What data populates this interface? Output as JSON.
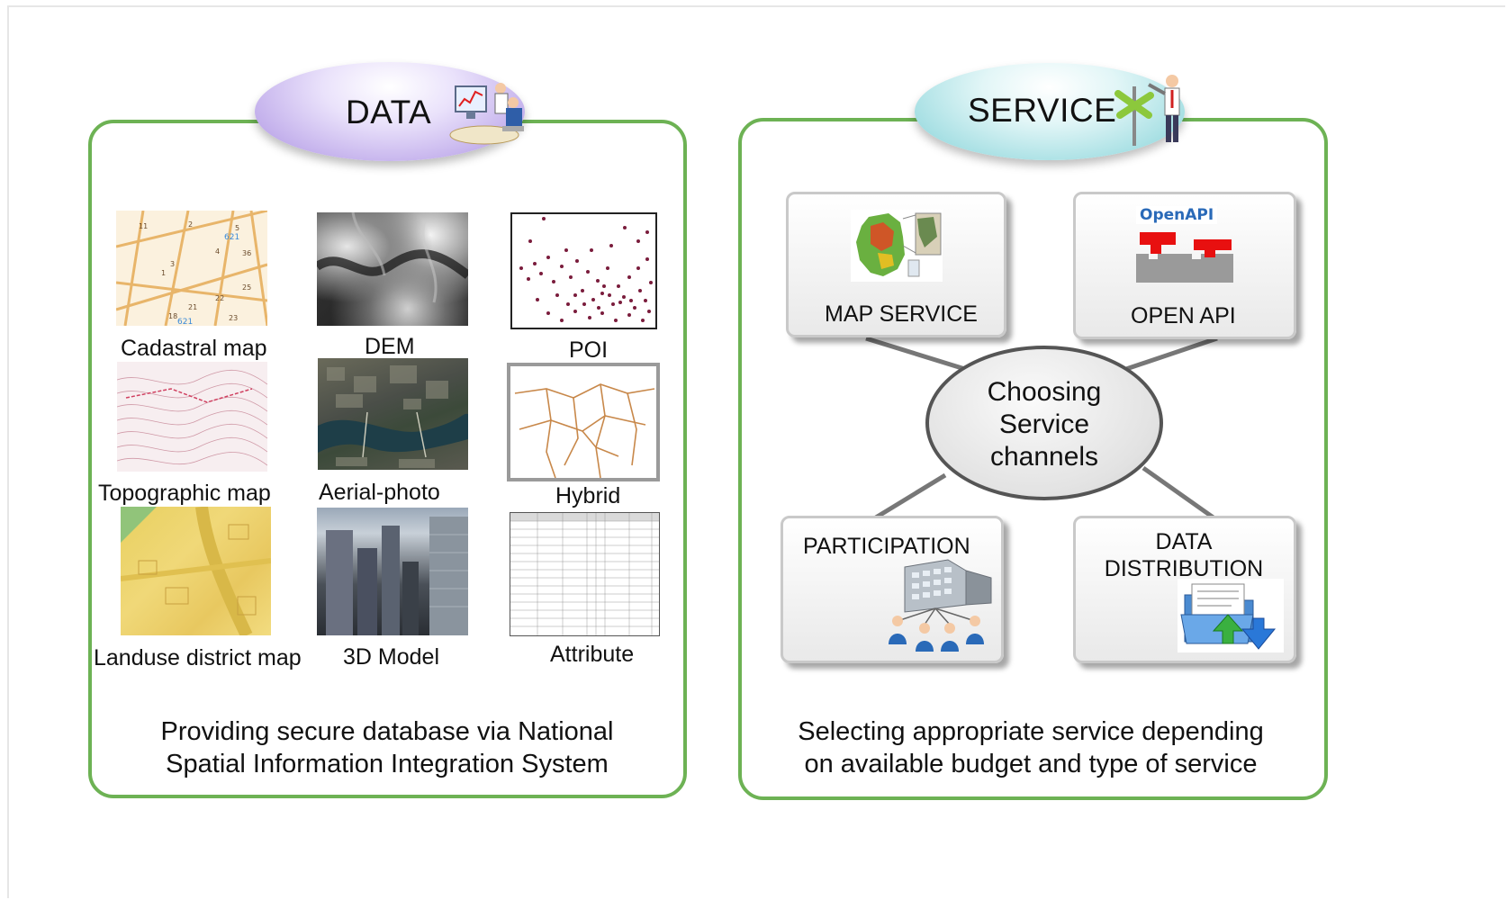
{
  "data_panel": {
    "title": "DATA",
    "items": [
      {
        "label": "Cadastral map"
      },
      {
        "label": "DEM"
      },
      {
        "label": "POI"
      },
      {
        "label": "Topographic map"
      },
      {
        "label": "Aerial-photo"
      },
      {
        "label": "Hybrid"
      },
      {
        "label": "Landuse district map"
      },
      {
        "label": "3D Model"
      },
      {
        "label": "Attribute"
      }
    ],
    "description_line1": "Providing secure database via National",
    "description_line2": "Spatial Information Integration System"
  },
  "service_panel": {
    "title": "SERVICE",
    "center_line1": "Choosing",
    "center_line2": "Service",
    "center_line3": "channels",
    "boxes": {
      "map_service": "MAP SERVICE",
      "open_api": "OPEN API",
      "open_api_logo": "OpenAPI",
      "participation": "PARTICIPATION",
      "data_distribution_line1": "DATA",
      "data_distribution_line2": "DISTRIBUTION"
    },
    "description_line1": "Selecting appropriate service depending",
    "description_line2": "on available budget and type of service"
  },
  "colors": {
    "panel_border": "#6db254",
    "data_oval": "#b8a0e0",
    "service_oval": "#8fd6dc"
  }
}
